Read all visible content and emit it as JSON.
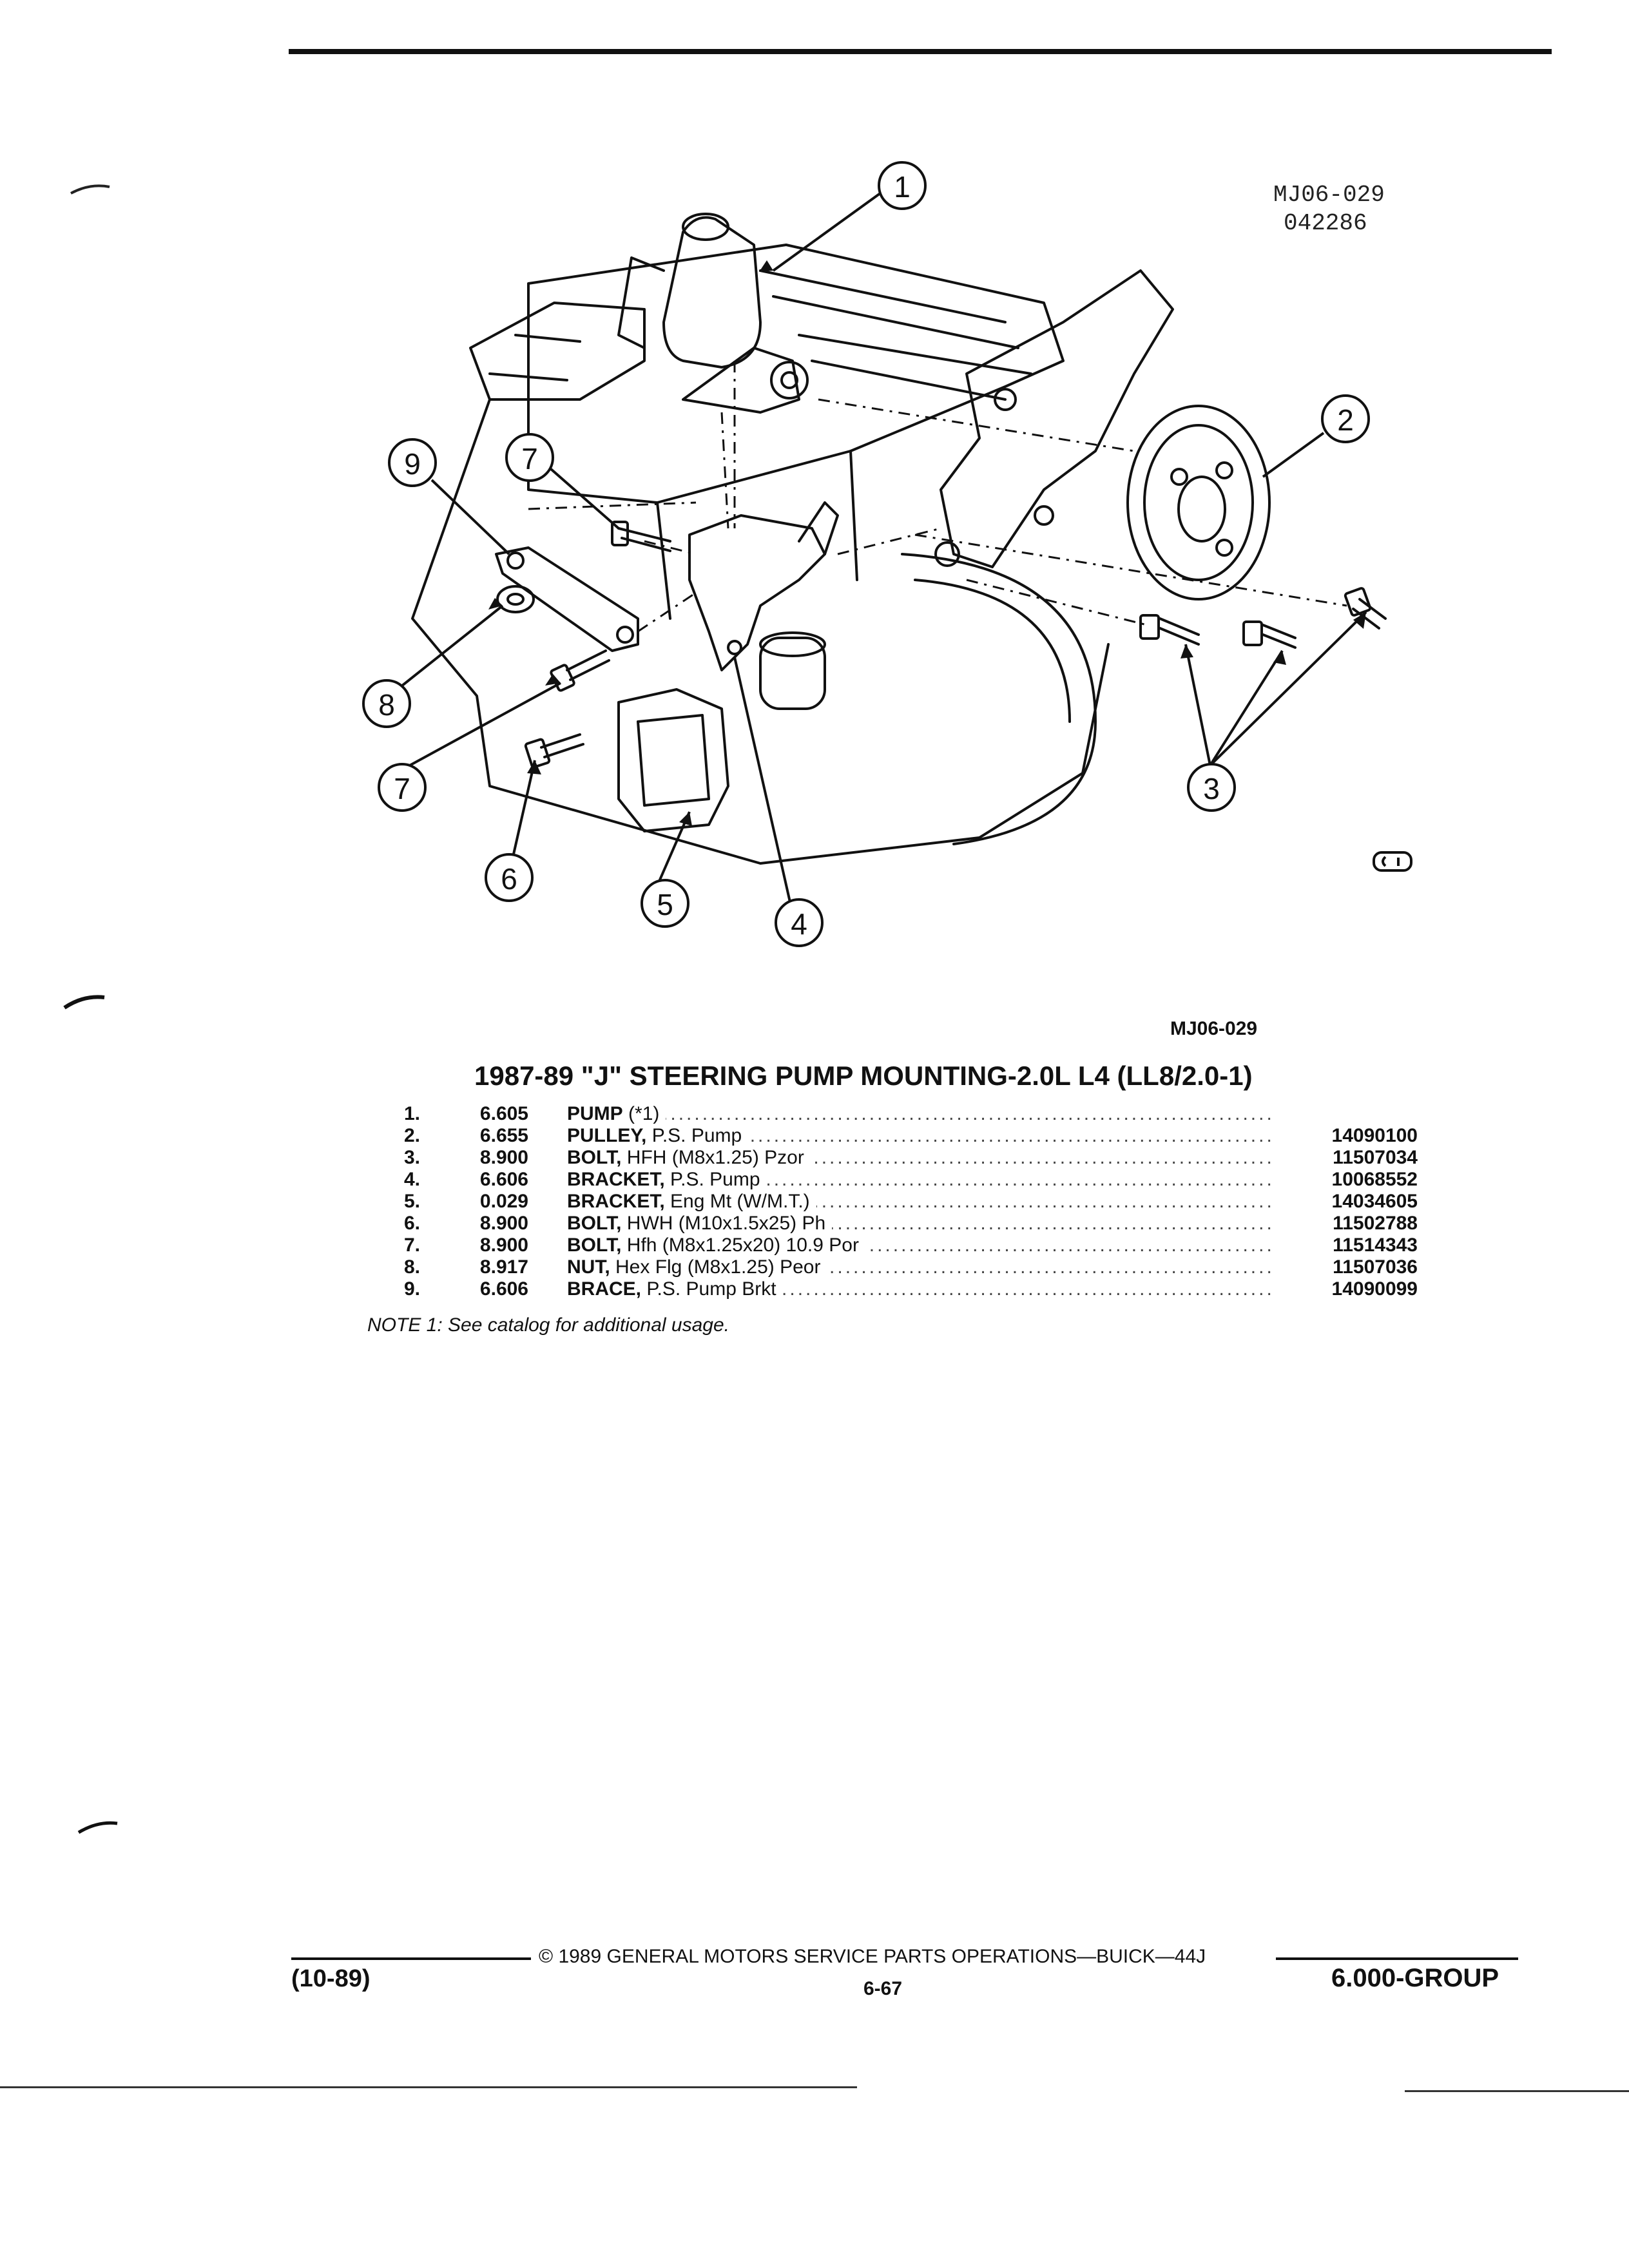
{
  "figure": {
    "code_top": "MJ06-029",
    "date_code": "042286",
    "callouts": [
      "1",
      "2",
      "3",
      "4",
      "5",
      "6",
      "7",
      "7",
      "8",
      "9"
    ],
    "code_bottom": "MJ06-029"
  },
  "title": "1987-89 \"J\" STEERING PUMP MOUNTING-2.0L L4 (LL8/2.0-1)",
  "parts": [
    {
      "num": "1.",
      "group": "6.605",
      "name": "PUMP",
      "desc": " (*1)",
      "part_no": ""
    },
    {
      "num": "2.",
      "group": "6.655",
      "name": "PULLEY,",
      "desc": " P.S. Pump",
      "part_no": "14090100"
    },
    {
      "num": "3.",
      "group": "8.900",
      "name": "BOLT,",
      "desc": " HFH (M8x1.25) Pzor",
      "part_no": "11507034"
    },
    {
      "num": "4.",
      "group": "6.606",
      "name": "BRACKET,",
      "desc": " P.S. Pump",
      "part_no": "10068552"
    },
    {
      "num": "5.",
      "group": "0.029",
      "name": "BRACKET,",
      "desc": " Eng Mt (W/M.T.)",
      "part_no": "14034605"
    },
    {
      "num": "6.",
      "group": "8.900",
      "name": "BOLT,",
      "desc": " HWH (M10x1.5x25) Ph",
      "part_no": "11502788"
    },
    {
      "num": "7.",
      "group": "8.900",
      "name": "BOLT,",
      "desc": " Hfh (M8x1.25x20) 10.9 Por",
      "part_no": "11514343"
    },
    {
      "num": "8.",
      "group": "8.917",
      "name": "NUT,",
      "desc": " Hex Flg (M8x1.25) Peor",
      "part_no": "11507036"
    },
    {
      "num": "9.",
      "group": "6.606",
      "name": "BRACE,",
      "desc": " P.S. Pump Brkt",
      "part_no": "14090099"
    }
  ],
  "note": "NOTE 1: See catalog for additional usage.",
  "footer": {
    "copyright": "© 1989 GENERAL MOTORS SERVICE PARTS OPERATIONS—BUICK—44J",
    "revision": "(10-89)",
    "page": "6-67",
    "group": "6.000-GROUP"
  }
}
